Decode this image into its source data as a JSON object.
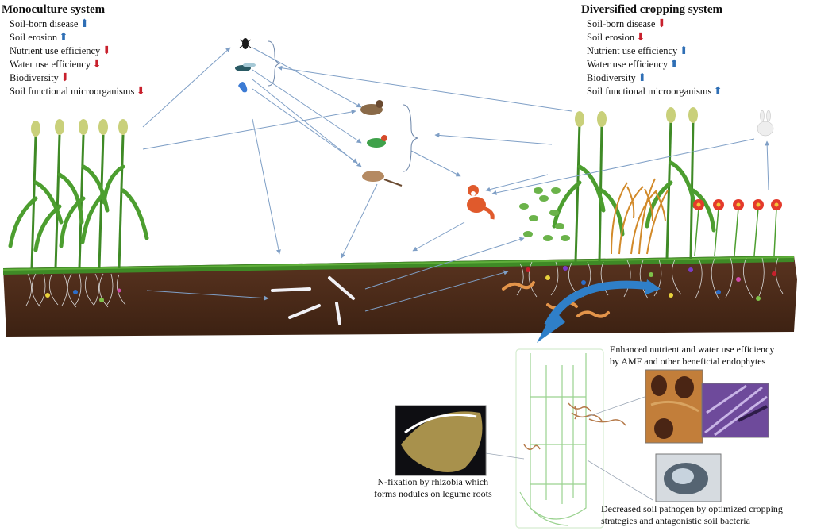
{
  "monoculture": {
    "title": "Monoculture system",
    "items": [
      {
        "label": "Soil-born disease",
        "trend": "up"
      },
      {
        "label": "Soil erosion",
        "trend": "up"
      },
      {
        "label": "Nutrient use efficiency",
        "trend": "down"
      },
      {
        "label": "Water use efficiency",
        "trend": "down"
      },
      {
        "label": "Biodiversity",
        "trend": "down"
      },
      {
        "label": "Soil functional microorganisms",
        "trend": "down"
      }
    ]
  },
  "diversified": {
    "title": "Diversified cropping system",
    "items": [
      {
        "label": "Soil-born disease",
        "trend": "down"
      },
      {
        "label": "Soil erosion",
        "trend": "down"
      },
      {
        "label": "Nutrient use efficiency",
        "trend": "up"
      },
      {
        "label": "Water use efficiency",
        "trend": "up"
      },
      {
        "label": "Biodiversity",
        "trend": "up"
      },
      {
        "label": "Soil functional microorganisms",
        "trend": "up"
      }
    ]
  },
  "arrows": {
    "up": "⬆",
    "down": "⬇"
  },
  "captions": {
    "amf_line1": "Enhanced nutrient and water use efficiency",
    "amf_line2": "by AMF and other beneficial endophytes",
    "rhizobia_line1": "N-fixation by rhizobia which",
    "rhizobia_line2": "forms nodules on legume roots",
    "pathogen_line1": "Decreased soil pathogen by optimized cropping",
    "pathogen_line2": "strategies and antagonistic soil bacteria"
  },
  "colors": {
    "soil": "#4a2a17",
    "grass": "#3f8a26",
    "up_arrow": "#2f6fb5",
    "down_arrow": "#c8202c",
    "link_line": "#7f9fc6"
  }
}
